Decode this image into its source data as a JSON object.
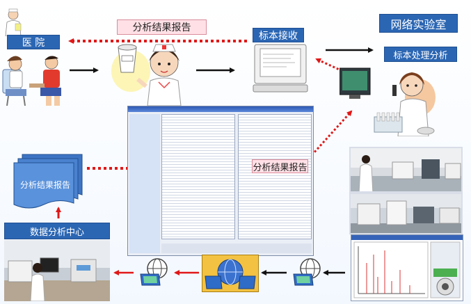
{
  "labels": {
    "hospital": "医 院",
    "report_top": "分析结果报告",
    "sample_receive": "标本接收",
    "network_lab": "网络实验室",
    "sample_process": "标本处理分析",
    "report_mid": "分析结果报告",
    "report_doc": "分析结果报告",
    "data_center": "数据分析中心"
  },
  "colors": {
    "label_blue": "#2b66b3",
    "label_pink": "#ffe0e6",
    "arrow_red": "#e01818",
    "arrow_black": "#111111"
  }
}
